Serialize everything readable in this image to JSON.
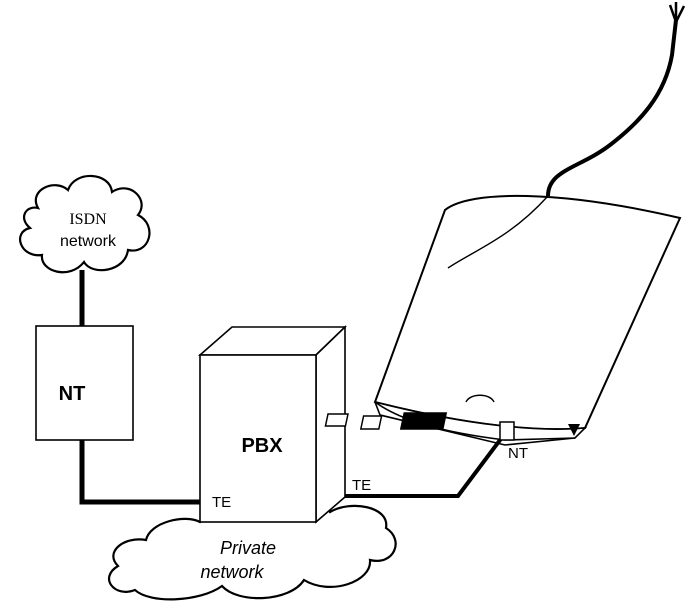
{
  "clouds": {
    "isdn": {
      "line1": "ISDN",
      "line2": "network"
    },
    "private": {
      "line1": "Private",
      "line2": "network"
    }
  },
  "nodes": {
    "nt_box": {
      "label": "NT"
    },
    "pbx": {
      "label": "PBX"
    },
    "device": {
      "port_label": "NT"
    }
  },
  "ports": {
    "pbx_left": "TE",
    "pbx_right": "TE"
  },
  "colors": {
    "line": "#000000",
    "background": "#ffffff"
  }
}
